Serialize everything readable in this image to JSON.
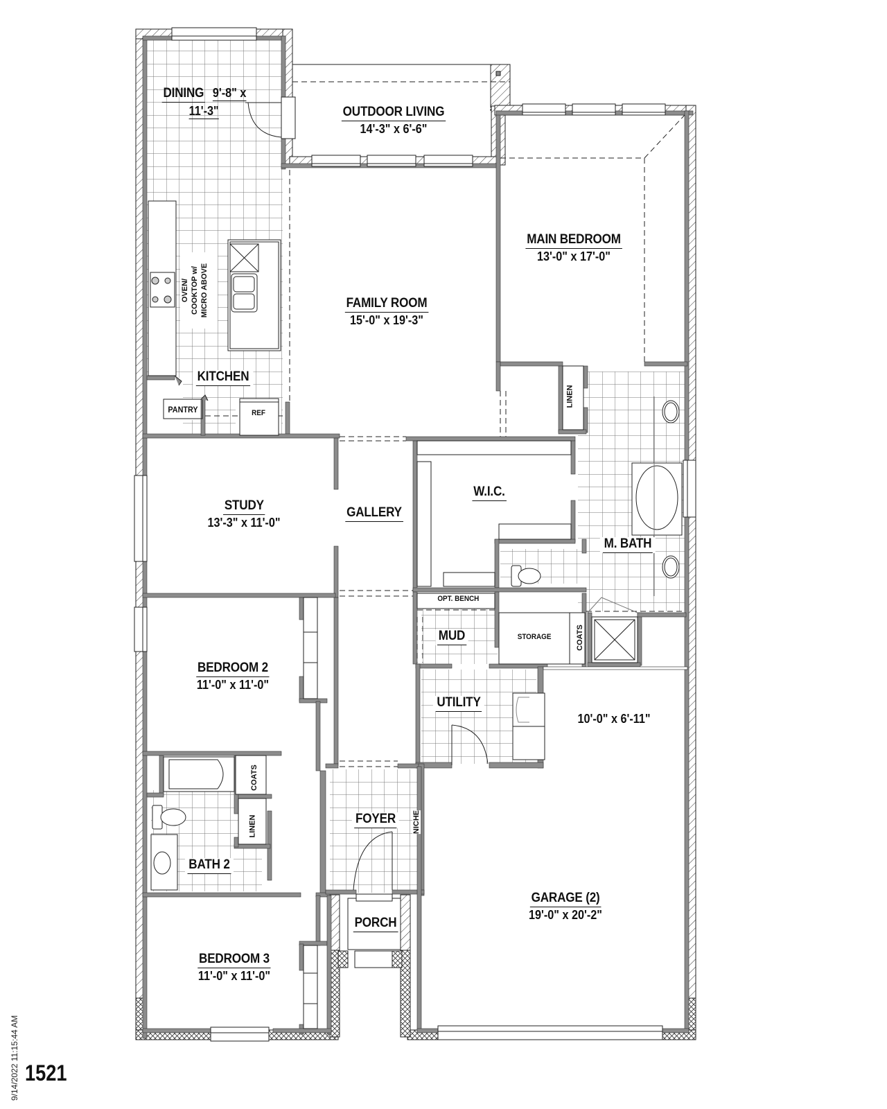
{
  "plan": {
    "plan_number": "1521",
    "timestamp": "9/14/2022 11:15:44 AM",
    "colors": {
      "wall": "#8c8c8c",
      "line": "#111111",
      "tile": "#777777",
      "background": "#ffffff"
    }
  },
  "rooms": {
    "dining": {
      "name": "DINING",
      "dim_line1": "9'-8\" x",
      "dim_line2": "11'-3\""
    },
    "outdoor_living": {
      "name": "OUTDOOR LIVING",
      "dim": "14'-3\" x 6'-6\""
    },
    "main_bedroom": {
      "name": "MAIN BEDROOM",
      "dim": "13'-0\" x 17'-0\""
    },
    "family_room": {
      "name": "FAMILY ROOM",
      "dim": "15'-0\" x 19'-3\""
    },
    "kitchen": {
      "name": "KITCHEN"
    },
    "study": {
      "name": "STUDY",
      "dim": "13'-3\" x 11'-0\""
    },
    "gallery": {
      "name": "GALLERY"
    },
    "wic": {
      "name": "W.I.C."
    },
    "m_bath": {
      "name": "M. BATH"
    },
    "mud": {
      "name": "MUD"
    },
    "utility": {
      "name": "UTILITY"
    },
    "bedroom2": {
      "name": "BEDROOM 2",
      "dim": "11'-0\" x 11'-0\""
    },
    "bath2": {
      "name": "BATH 2"
    },
    "foyer": {
      "name": "FOYER"
    },
    "porch": {
      "name": "PORCH"
    },
    "bedroom3": {
      "name": "BEDROOM 3",
      "dim": "11'-0\" x 11'-0\""
    },
    "garage": {
      "name": "GARAGE (2)",
      "dim": "19'-0\" x 20'-2\""
    },
    "garage_extension": {
      "dim": "10'-0\" x 6'-11\""
    }
  },
  "fixtures": {
    "oven_note_line1": "OVEN/",
    "oven_note_line2": "COOKTOP w/",
    "oven_note_line3": "MICRO ABOVE",
    "pantry": "PANTRY",
    "ref": "REF",
    "linen_main": "LINEN",
    "opt_bench": "OPT. BENCH",
    "storage": "STORAGE",
    "coats_mud": "COATS",
    "coats_bath2": "COATS",
    "linen_bath2": "LINEN",
    "niche": "NICHE"
  }
}
